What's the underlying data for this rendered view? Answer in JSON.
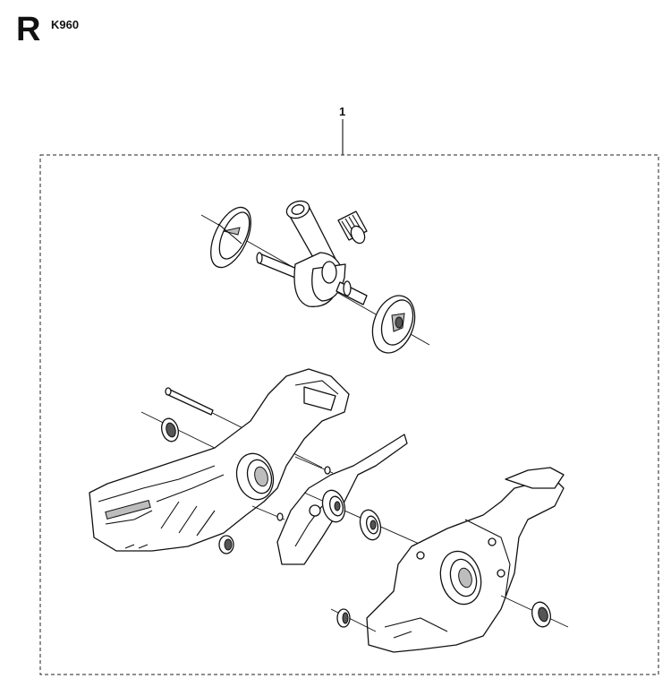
{
  "header": {
    "section_letter": "R",
    "model_code": "K960"
  },
  "callouts": [
    {
      "label": "1"
    }
  ]
}
